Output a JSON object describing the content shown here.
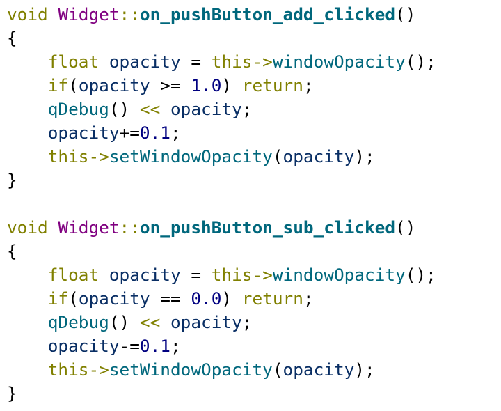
{
  "editor": {
    "colors": {
      "background": "#ffffff",
      "keyword": "#808000",
      "class": "#800080",
      "function_definition": "#00677c",
      "function_call": "#00677c",
      "number": "#000080",
      "local_variable": "#092e64",
      "plain": "#000000"
    },
    "lines": [
      [
        {
          "t": "void",
          "k": "keyword"
        },
        {
          "t": " ",
          "k": "default"
        },
        {
          "t": "Widget",
          "k": "class"
        },
        {
          "t": "::",
          "k": "keyword"
        },
        {
          "t": "on_pushButton_add_clicked",
          "k": "funcdef"
        },
        {
          "t": "()",
          "k": "default"
        }
      ],
      [
        {
          "t": "{",
          "k": "default"
        }
      ],
      [
        {
          "t": "    ",
          "k": "default"
        },
        {
          "t": "float",
          "k": "keyword"
        },
        {
          "t": " ",
          "k": "default"
        },
        {
          "t": "opacity",
          "k": "local"
        },
        {
          "t": " = ",
          "k": "default"
        },
        {
          "t": "this",
          "k": "keyword"
        },
        {
          "t": "->",
          "k": "keyword"
        },
        {
          "t": "windowOpacity",
          "k": "funccall"
        },
        {
          "t": "();",
          "k": "default"
        }
      ],
      [
        {
          "t": "    ",
          "k": "default"
        },
        {
          "t": "if",
          "k": "keyword"
        },
        {
          "t": "(",
          "k": "default"
        },
        {
          "t": "opacity",
          "k": "local"
        },
        {
          "t": " >= ",
          "k": "default"
        },
        {
          "t": "1.0",
          "k": "number"
        },
        {
          "t": ") ",
          "k": "default"
        },
        {
          "t": "return",
          "k": "keyword"
        },
        {
          "t": ";",
          "k": "default"
        }
      ],
      [
        {
          "t": "    ",
          "k": "default"
        },
        {
          "t": "qDebug",
          "k": "funccall"
        },
        {
          "t": "() ",
          "k": "default"
        },
        {
          "t": "<<",
          "k": "keyword"
        },
        {
          "t": " ",
          "k": "default"
        },
        {
          "t": "opacity",
          "k": "local"
        },
        {
          "t": ";",
          "k": "default"
        }
      ],
      [
        {
          "t": "    ",
          "k": "default"
        },
        {
          "t": "opacity",
          "k": "local"
        },
        {
          "t": "+=",
          "k": "default"
        },
        {
          "t": "0.1",
          "k": "number"
        },
        {
          "t": ";",
          "k": "default"
        }
      ],
      [
        {
          "t": "    ",
          "k": "default"
        },
        {
          "t": "this",
          "k": "keyword"
        },
        {
          "t": "->",
          "k": "keyword"
        },
        {
          "t": "setWindowOpacity",
          "k": "funccall"
        },
        {
          "t": "(",
          "k": "default"
        },
        {
          "t": "opacity",
          "k": "local"
        },
        {
          "t": ");",
          "k": "default"
        }
      ],
      [
        {
          "t": "}",
          "k": "default"
        }
      ],
      [],
      [
        {
          "t": "void",
          "k": "keyword"
        },
        {
          "t": " ",
          "k": "default"
        },
        {
          "t": "Widget",
          "k": "class"
        },
        {
          "t": "::",
          "k": "keyword"
        },
        {
          "t": "on_pushButton_sub_clicked",
          "k": "funcdef"
        },
        {
          "t": "()",
          "k": "default"
        }
      ],
      [
        {
          "t": "{",
          "k": "default"
        }
      ],
      [
        {
          "t": "    ",
          "k": "default"
        },
        {
          "t": "float",
          "k": "keyword"
        },
        {
          "t": " ",
          "k": "default"
        },
        {
          "t": "opacity",
          "k": "local"
        },
        {
          "t": " = ",
          "k": "default"
        },
        {
          "t": "this",
          "k": "keyword"
        },
        {
          "t": "->",
          "k": "keyword"
        },
        {
          "t": "windowOpacity",
          "k": "funccall"
        },
        {
          "t": "();",
          "k": "default"
        }
      ],
      [
        {
          "t": "    ",
          "k": "default"
        },
        {
          "t": "if",
          "k": "keyword"
        },
        {
          "t": "(",
          "k": "default"
        },
        {
          "t": "opacity",
          "k": "local"
        },
        {
          "t": " == ",
          "k": "default"
        },
        {
          "t": "0.0",
          "k": "number"
        },
        {
          "t": ") ",
          "k": "default"
        },
        {
          "t": "return",
          "k": "keyword"
        },
        {
          "t": ";",
          "k": "default"
        }
      ],
      [
        {
          "t": "    ",
          "k": "default"
        },
        {
          "t": "qDebug",
          "k": "funccall"
        },
        {
          "t": "() ",
          "k": "default"
        },
        {
          "t": "<<",
          "k": "keyword"
        },
        {
          "t": " ",
          "k": "default"
        },
        {
          "t": "opacity",
          "k": "local"
        },
        {
          "t": ";",
          "k": "default"
        }
      ],
      [
        {
          "t": "    ",
          "k": "default"
        },
        {
          "t": "opacity",
          "k": "local"
        },
        {
          "t": "-=",
          "k": "default"
        },
        {
          "t": "0.1",
          "k": "number"
        },
        {
          "t": ";",
          "k": "default"
        }
      ],
      [
        {
          "t": "    ",
          "k": "default"
        },
        {
          "t": "this",
          "k": "keyword"
        },
        {
          "t": "->",
          "k": "keyword"
        },
        {
          "t": "setWindowOpacity",
          "k": "funccall"
        },
        {
          "t": "(",
          "k": "default"
        },
        {
          "t": "opacity",
          "k": "local"
        },
        {
          "t": ");",
          "k": "default"
        }
      ],
      [
        {
          "t": "}",
          "k": "default"
        }
      ]
    ]
  }
}
